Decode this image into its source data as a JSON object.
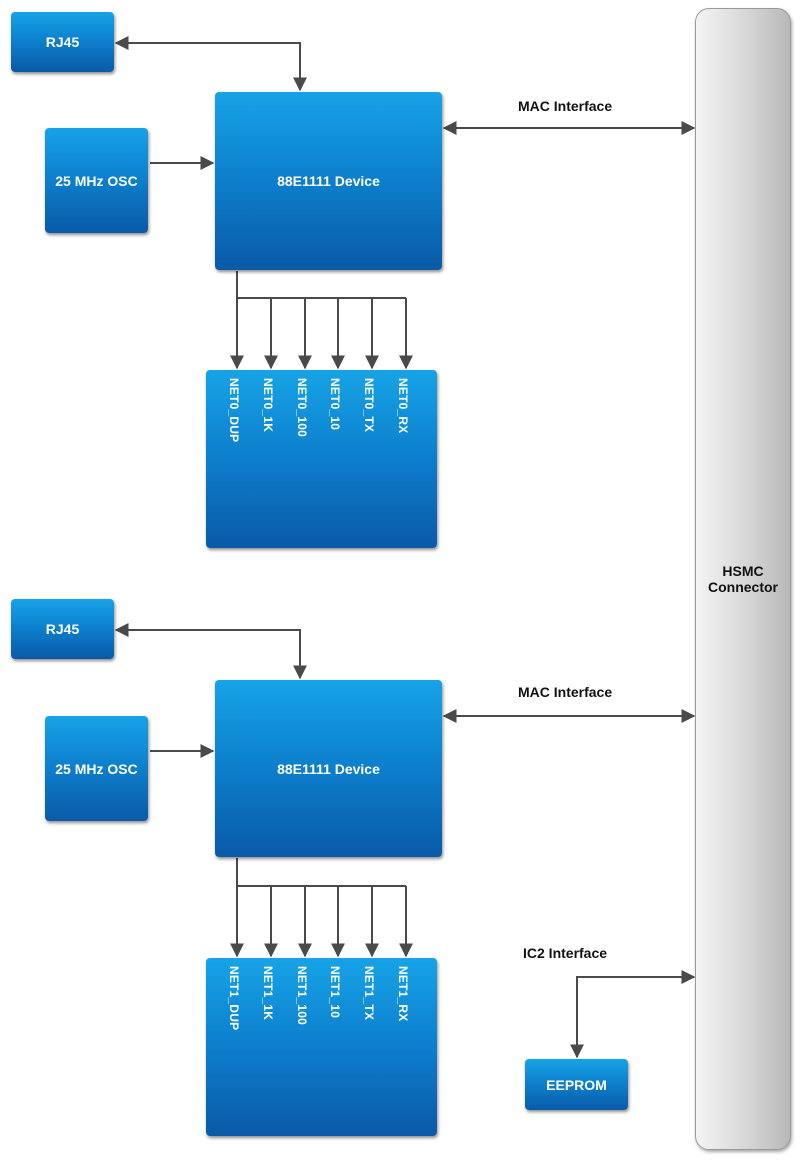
{
  "hsmc": {
    "line1": "HSMC",
    "line2": "Connector"
  },
  "phy0": {
    "rj45": "RJ45",
    "osc": "25 MHz OSC",
    "device": "88E1111 Device",
    "mac_label": "MAC Interface",
    "leds": [
      "NET0_DUP",
      "NET0_1K",
      "NET0_100",
      "NET0_10",
      "NET0_TX",
      "NET0_RX"
    ]
  },
  "phy1": {
    "rj45": "RJ45",
    "osc": "25 MHz OSC",
    "device": "88E1111 Device",
    "mac_label": "MAC Interface",
    "leds": [
      "NET1_DUP",
      "NET1_1K",
      "NET1_100",
      "NET1_10",
      "NET1_TX",
      "NET1_RX"
    ]
  },
  "i2c": {
    "label": "IC2 Interface",
    "eeprom": "EEPROM"
  },
  "colors": {
    "block": "#0d82cf",
    "wire": "#4a4a4a",
    "connector": "#d0d0d0"
  }
}
